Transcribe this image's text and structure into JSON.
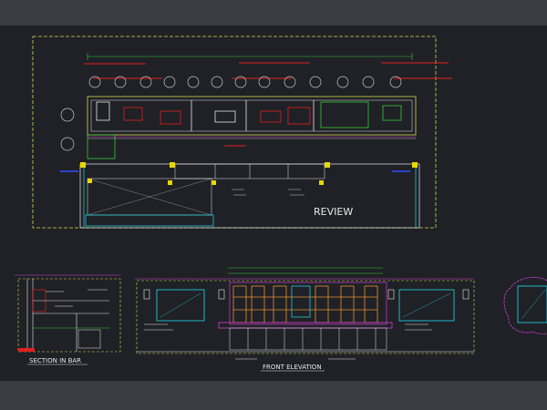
{
  "labels": {
    "review": "REVIEW",
    "section_in_bar": "SECTION IN BAR",
    "front_elevation": "FRONT ELEVATION"
  },
  "colors": {
    "background": "#1f2126",
    "toolbar": "#3b3c41",
    "red_annotation": "#e02020",
    "yellow": "#e8d800",
    "green": "#38c838",
    "cyan": "#20c8d8",
    "magenta": "#d040d0",
    "white": "#e8e8e8",
    "blue": "#3050ff",
    "orange": "#e89030"
  }
}
